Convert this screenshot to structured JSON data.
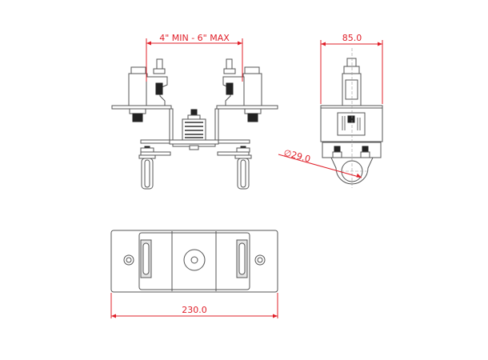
{
  "dimensions": {
    "clamp_spacing": "4\" MIN - 6\" MAX",
    "width_side": "85.0",
    "pipe_diameter": "∅29.0",
    "length_bottom": "230.0"
  },
  "colors": {
    "dimension": "#e0202a",
    "line": "#555555"
  }
}
